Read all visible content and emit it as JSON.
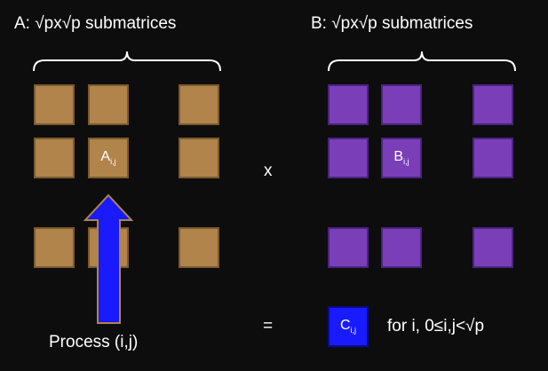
{
  "matrix_a": {
    "title": "A: √px√p submatrices",
    "label_base": "A",
    "label_sub": "i,j"
  },
  "matrix_b": {
    "title": "B: √px√p submatrices",
    "label_base": "B",
    "label_sub": "i,j"
  },
  "result": {
    "label_base": "C",
    "label_sub": "i,j",
    "condition": "for i, 0≤i,j<√p"
  },
  "operators": {
    "multiply": "x",
    "equals": "="
  },
  "process_label": "Process (i,j)",
  "colors": {
    "a_block": "#b0844a",
    "b_block": "#7a3fb8",
    "c_block": "#1a1aff",
    "arrow": "#1a1aff",
    "background": "#0d0d0d"
  }
}
